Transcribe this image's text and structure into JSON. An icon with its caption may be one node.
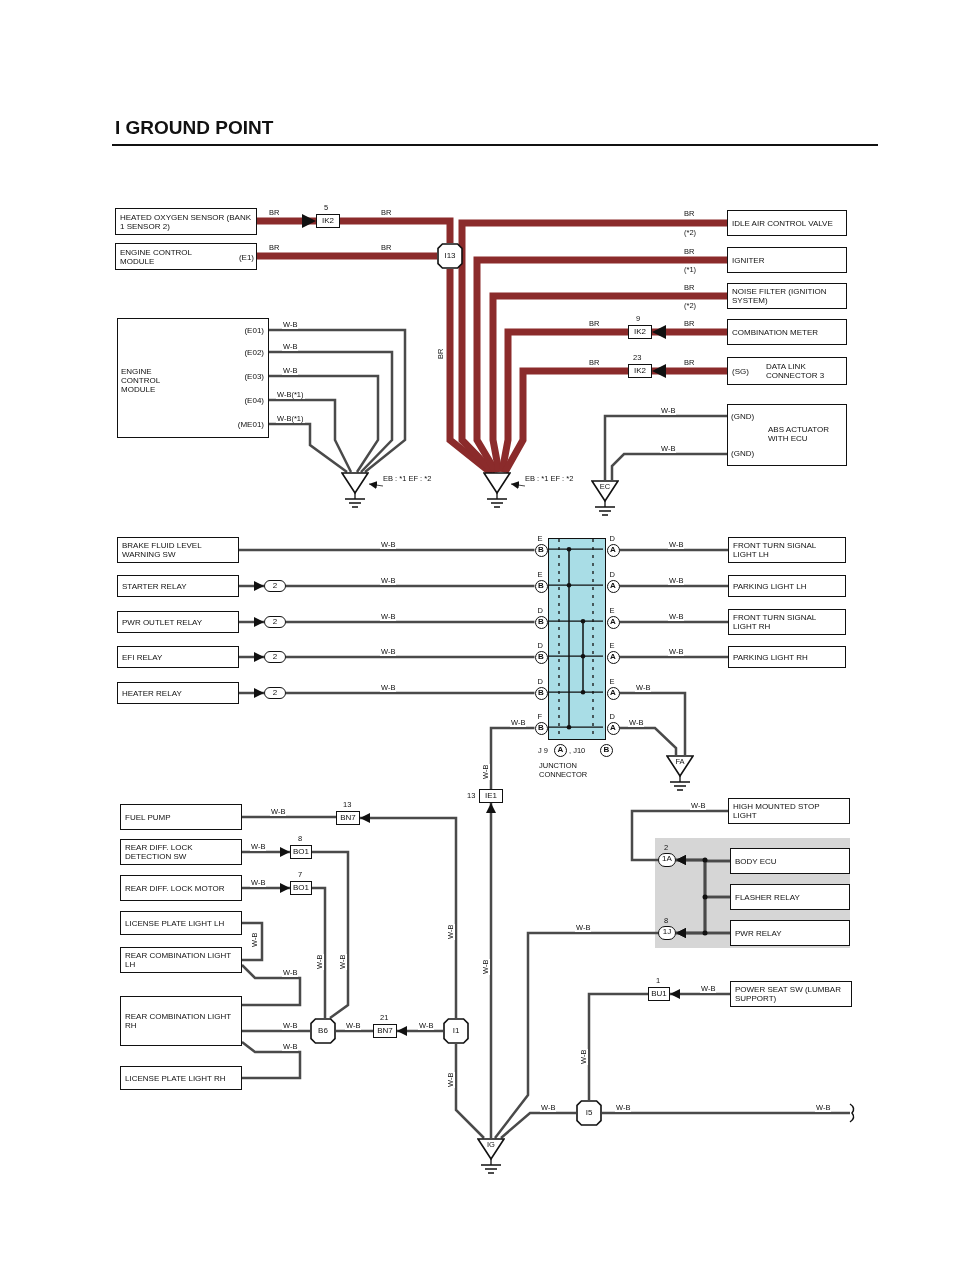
{
  "diagram": {
    "title": "I GROUND POINT",
    "nodes": [
      {
        "text": [
          "HEATED OXYGEN SENSOR (BANK 1 SENSOR 2)"
        ]
      },
      {
        "text": [
          "IK2"
        ],
        "beside": [
          "5"
        ]
      },
      {
        "text": [
          "ENGINE CONTROL MODULE",
          "(E1)"
        ]
      },
      {
        "text": [
          "I13"
        ]
      },
      {
        "text": [
          "IDLE AIR CONTROL VALVE"
        ]
      },
      {
        "text": [
          "IGNITER"
        ]
      },
      {
        "text": [
          "NOISE FILTER (IGNITION SYSTEM)"
        ]
      },
      {
        "text": [
          "IK2"
        ],
        "beside": [
          "9"
        ]
      },
      {
        "text": [
          "COMBINATION METER"
        ]
      },
      {
        "text": [
          "IK2"
        ],
        "beside": [
          "23"
        ]
      },
      {
        "text": [
          "(SG)",
          "DATA LINK CONNECTOR 3"
        ]
      },
      {
        "text": [
          "ENGINE CONTROL MODULE",
          "(E01)",
          "(E02)",
          "(E03)",
          "(E04)",
          "(ME01)"
        ]
      },
      {
        "text": [],
        "shape": "triangle"
      },
      {
        "text": [
          "EB : *1 EF : *2"
        ]
      },
      {
        "text": [],
        "shape": "triangle"
      },
      {
        "text": [
          "EB : *1 EF : *2"
        ]
      },
      {
        "text": [
          "(GND)",
          "ABS ACTUATOR WITH ECU",
          "(GND)"
        ]
      },
      {
        "text": [
          "EC"
        ]
      },
      {
        "text": [
          "BRAKE FLUID LEVEL WARNING SW"
        ]
      },
      {
        "text": [
          "STARTER RELAY"
        ]
      },
      {
        "text": [
          "2"
        ]
      },
      {
        "text": [
          "PWR OUTLET RELAY"
        ]
      },
      {
        "text": [
          "2"
        ]
      },
      {
        "text": [
          "EFI RELAY"
        ]
      },
      {
        "text": [
          "2"
        ]
      },
      {
        "text": [
          "HEATER RELAY"
        ]
      },
      {
        "text": [
          "2"
        ]
      },
      {
        "text": [],
        "shape": "box"
      },
      {
        "text": [
          "B"
        ],
        "beside": [
          "E"
        ]
      },
      {
        "text": [
          "A"
        ],
        "beside": [
          "D"
        ]
      },
      {
        "text": [
          "B"
        ],
        "beside": [
          "E"
        ]
      },
      {
        "text": [
          "A"
        ],
        "beside": [
          "D"
        ]
      },
      {
        "text": [
          "B"
        ],
        "beside": [
          "D"
        ]
      },
      {
        "text": [
          "A"
        ],
        "beside": [
          "E"
        ]
      },
      {
        "text": [
          "B"
        ],
        "beside": [
          "D"
        ]
      },
      {
        "text": [
          "A"
        ],
        "beside": [
          "E"
        ]
      },
      {
        "text": [
          "B"
        ],
        "beside": [
          "D"
        ]
      },
      {
        "text": [
          "A"
        ],
        "beside": [
          "E"
        ]
      },
      {
        "text": [
          "B"
        ],
        "beside": [
          "F"
        ]
      },
      {
        "text": [
          "A"
        ],
        "beside": [
          "D"
        ]
      },
      {
        "text": [
          "FRONT TURN SIGNAL LIGHT LH"
        ]
      },
      {
        "text": [
          "PARKING LIGHT LH"
        ]
      },
      {
        "text": [
          "FRONT TURN SIGNAL LIGHT RH"
        ]
      },
      {
        "text": [
          "PARKING LIGHT RH"
        ]
      },
      {
        "text": [
          "FA"
        ]
      },
      {
        "text": [
          "FUEL PUMP"
        ]
      },
      {
        "text": [
          "BN7"
        ],
        "beside": [
          "13"
        ]
      },
      {
        "text": [
          "REAR DIFF. LOCK DETECTION SW"
        ]
      },
      {
        "text": [
          "BO1"
        ],
        "beside": [
          "8"
        ]
      },
      {
        "text": [
          "REAR DIFF. LOCK MOTOR"
        ]
      },
      {
        "text": [
          "BO1"
        ],
        "beside": [
          "7"
        ]
      },
      {
        "text": [
          "LICENSE PLATE LIGHT LH"
        ]
      },
      {
        "text": [
          "REAR COMBINATION LIGHT LH"
        ]
      },
      {
        "text": [
          "REAR COMBINATION LIGHT RH"
        ]
      },
      {
        "text": [
          "LICENSE PLATE LIGHT RH"
        ]
      },
      {
        "text": [
          "B6"
        ]
      },
      {
        "text": [
          "BN7"
        ],
        "beside": [
          "21"
        ]
      },
      {
        "text": [
          "I1"
        ]
      },
      {
        "text": [
          "IE1"
        ],
        "beside": [
          "13"
        ]
      },
      {
        "text": [
          "IG"
        ]
      },
      {
        "text": [
          "HIGH MOUNTED STOP LIGHT"
        ]
      },
      {
        "text": [],
        "shape": "box"
      },
      {
        "text": [
          "1A"
        ],
        "beside": [
          "2"
        ],
        "in": 61
      },
      {
        "text": [
          "BODY ECU"
        ],
        "in": 61
      },
      {
        "text": [
          "FLASHER RELAY"
        ],
        "in": 61
      },
      {
        "text": [
          "1J"
        ],
        "beside": [
          "8"
        ],
        "in": 61
      },
      {
        "text": [
          "PWR RELAY"
        ],
        "in": 61
      },
      {
        "text": [
          "BU1"
        ],
        "beside": [
          "1"
        ]
      },
      {
        "text": [
          "POWER SEAT SW (LUMBAR SUPPORT)"
        ]
      },
      {
        "text": [
          "I5"
        ]
      },
      {
        "text": [
          "A"
        ],
        "beside": [
          "J 9"
        ]
      },
      {
        "text": [
          "B"
        ]
      }
    ],
    "edges": [
      {
        "from": 0,
        "to": 1,
        "arrow": "to",
        "label": "BR",
        "style": "thick",
        "color": "#8b2b2b"
      },
      {
        "from": 1,
        "to": 3,
        "arrow": "none",
        "label": "BR",
        "style": "thick",
        "color": "#8b2b2b"
      },
      {
        "from": 2,
        "to": 3,
        "arrow": "none",
        "label": "BR",
        "style": "thick",
        "color": "#8b2b2b"
      },
      {
        "from": 3,
        "to": 14,
        "arrow": "none",
        "label": "BR",
        "style": "thick",
        "color": "#8b2b2b"
      },
      {
        "from": 4,
        "to": 14,
        "arrow": "none",
        "label": "BR",
        "style": "thick",
        "color": "#8b2b2b"
      },
      {
        "from": 5,
        "to": 14,
        "arrow": "none",
        "label": "BR",
        "style": "thick",
        "color": "#8b2b2b"
      },
      {
        "from": 6,
        "to": 14,
        "arrow": "none",
        "label": "BR",
        "style": "thick",
        "color": "#8b2b2b"
      },
      {
        "from": 8,
        "to": 7,
        "arrow": "to",
        "label": "BR",
        "style": "thick",
        "color": "#8b2b2b"
      },
      {
        "from": 7,
        "to": 14,
        "arrow": "none",
        "label": "BR",
        "style": "thick",
        "color": "#8b2b2b"
      },
      {
        "from": 10,
        "to": 9,
        "arrow": "to",
        "label": "BR",
        "style": "thick",
        "color": "#8b2b2b"
      },
      {
        "from": 9,
        "to": 14,
        "arrow": "none",
        "label": "BR",
        "style": "thick",
        "color": "#8b2b2b"
      },
      {
        "from": 11,
        "to": 12,
        "arrow": "none",
        "label": "W-B"
      },
      {
        "from": 11,
        "to": 12,
        "arrow": "none",
        "label": "W-B"
      },
      {
        "from": 11,
        "to": 12,
        "arrow": "none",
        "label": "W-B"
      },
      {
        "from": 11,
        "to": 12,
        "arrow": "none",
        "label": "W-B(*1)"
      },
      {
        "from": 11,
        "to": 12,
        "arrow": "none",
        "label": "W-B(*1)"
      },
      {
        "from": 13,
        "to": 12,
        "arrow": "to"
      },
      {
        "from": 15,
        "to": 14,
        "arrow": "to"
      },
      {
        "from": 16,
        "to": 17,
        "arrow": "none",
        "label": "W-B"
      },
      {
        "from": 16,
        "to": 17,
        "arrow": "none",
        "label": "W-B"
      },
      {
        "from": 18,
        "to": 28,
        "arrow": "none",
        "label": "W-B"
      },
      {
        "from": 19,
        "to": 20,
        "arrow": "to"
      },
      {
        "from": 20,
        "to": 30,
        "arrow": "none",
        "label": "W-B"
      },
      {
        "from": 21,
        "to": 22,
        "arrow": "to"
      },
      {
        "from": 22,
        "to": 32,
        "arrow": "none",
        "label": "W-B"
      },
      {
        "from": 23,
        "to": 24,
        "arrow": "to"
      },
      {
        "from": 24,
        "to": 34,
        "arrow": "none",
        "label": "W-B"
      },
      {
        "from": 25,
        "to": 26,
        "arrow": "to"
      },
      {
        "from": 26,
        "to": 36,
        "arrow": "none",
        "label": "W-B"
      },
      {
        "from": 29,
        "to": 40,
        "arrow": "none",
        "label": "W-B"
      },
      {
        "from": 31,
        "to": 41,
        "arrow": "none",
        "label": "W-B"
      },
      {
        "from": 33,
        "to": 42,
        "arrow": "none",
        "label": "W-B"
      },
      {
        "from": 35,
        "to": 43,
        "arrow": "none",
        "label": "W-B"
      },
      {
        "from": 37,
        "to": 44,
        "arrow": "none",
        "label": "W-B"
      },
      {
        "from": 39,
        "to": 44,
        "arrow": "none",
        "label": "W-B"
      },
      {
        "from": 38,
        "to": 58,
        "arrow": "none",
        "label": "W-B"
      },
      {
        "from": 59,
        "to": 58,
        "arrow": "to",
        "label": "W-B"
      },
      {
        "from": 45,
        "to": 46,
        "arrow": "none",
        "label": "W-B"
      },
      {
        "from": 57,
        "to": 46,
        "arrow": "to",
        "label": "W-B"
      },
      {
        "from": 47,
        "to": 48,
        "arrow": "to",
        "label": "W-B"
      },
      {
        "from": 48,
        "to": 55,
        "arrow": "none",
        "label": "W-B"
      },
      {
        "from": 49,
        "to": 50,
        "arrow": "to",
        "label": "W-B"
      },
      {
        "from": 50,
        "to": 55,
        "arrow": "none",
        "label": "W-B"
      },
      {
        "from": 51,
        "to": 52,
        "arrow": "none",
        "label": "W-B"
      },
      {
        "from": 52,
        "to": 53,
        "arrow": "none",
        "label": "W-B"
      },
      {
        "from": 53,
        "to": 55,
        "arrow": "none",
        "label": "W-B"
      },
      {
        "from": 54,
        "to": 53,
        "arrow": "none",
        "label": "W-B"
      },
      {
        "from": 55,
        "to": 56,
        "arrow": "none",
        "label": "W-B"
      },
      {
        "from": 57,
        "to": 56,
        "arrow": "to",
        "label": "W-B"
      },
      {
        "from": 57,
        "to": 59,
        "arrow": "none",
        "label": "W-B"
      },
      {
        "from": 60,
        "to": 62,
        "arrow": "none",
        "label": "W-B"
      },
      {
        "from": 63,
        "to": 62,
        "arrow": "to"
      },
      {
        "from": 63,
        "to": 65,
        "arrow": "to"
      },
      {
        "from": 64,
        "to": 62,
        "arrow": "to"
      },
      {
        "from": 64,
        "to": 65,
        "arrow": "to"
      },
      {
        "from": 66,
        "to": 62,
        "arrow": "to"
      },
      {
        "from": 66,
        "to": 65,
        "arrow": "to"
      },
      {
        "from": 65,
        "to": 59,
        "arrow": "none",
        "label": "W-B"
      },
      {
        "from": 68,
        "to": 67,
        "arrow": "to",
        "label": "W-B"
      },
      {
        "from": 67,
        "to": 69,
        "arrow": "none",
        "label": "W-B"
      },
      {
        "from": 69,
        "to": 59,
        "arrow": "none",
        "label": "W-B"
      },
      {
        "from": 69,
        "to": null,
        "arrow": "none",
        "label": "W-B"
      }
    ],
    "labels": [
      "BR",
      "(*2)",
      "(*1)",
      "(*2)",
      "W-B",
      ", J10",
      "JUNCTION CONNECTOR",
      "W-B"
    ]
  }
}
